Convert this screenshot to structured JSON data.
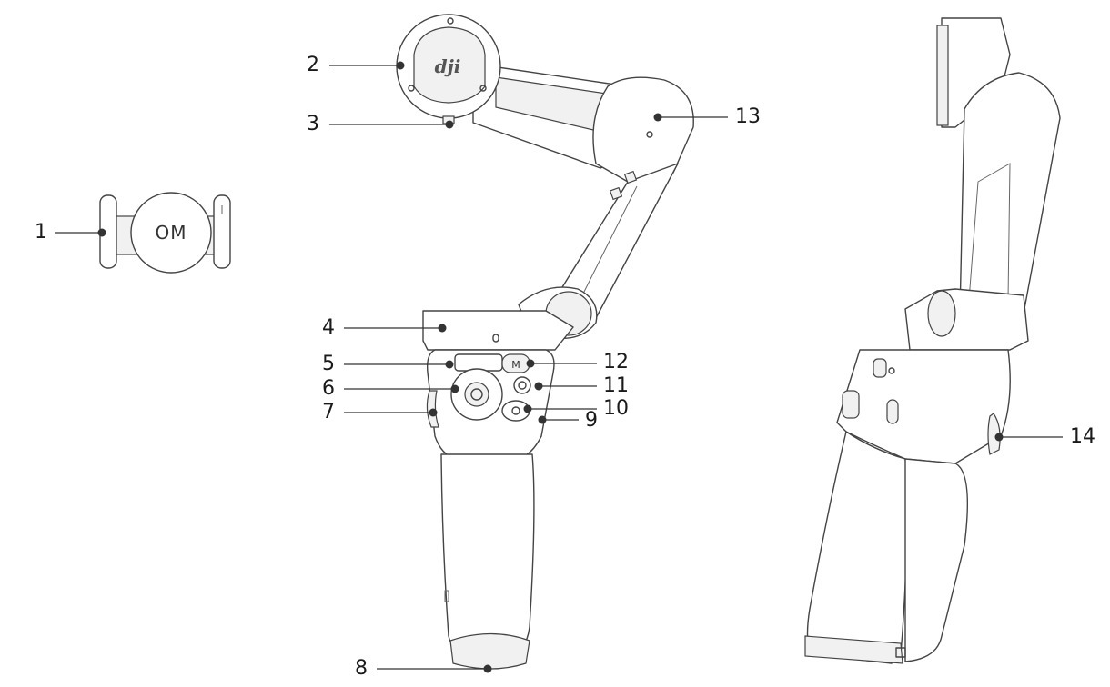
{
  "callouts": [
    {
      "id": "1",
      "label": "1"
    },
    {
      "id": "2",
      "label": "2"
    },
    {
      "id": "3",
      "label": "3"
    },
    {
      "id": "4",
      "label": "4"
    },
    {
      "id": "5",
      "label": "5"
    },
    {
      "id": "6",
      "label": "6"
    },
    {
      "id": "7",
      "label": "7"
    },
    {
      "id": "8",
      "label": "8"
    },
    {
      "id": "9",
      "label": "9"
    },
    {
      "id": "10",
      "label": "10"
    },
    {
      "id": "11",
      "label": "11"
    },
    {
      "id": "12",
      "label": "12"
    },
    {
      "id": "13",
      "label": "13"
    },
    {
      "id": "14",
      "label": "14"
    }
  ],
  "logos": {
    "phone_clamp": "OM",
    "motor_cover": "dji"
  },
  "colors": {
    "line": "#444444",
    "callout": "#333333",
    "background": "#ffffff"
  }
}
